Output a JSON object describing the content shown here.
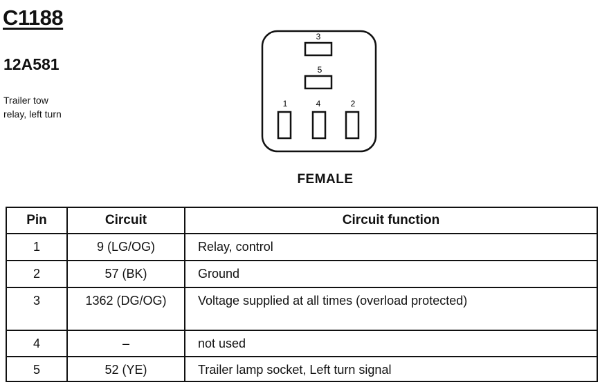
{
  "header": {
    "connector_id": "C1188",
    "part_number": "12A581",
    "description_lines": [
      "Trailer tow",
      "relay, left turn"
    ]
  },
  "connector": {
    "pin_labels": [
      "3",
      "5",
      "1",
      "4",
      "2"
    ],
    "face_label": "FEMALE"
  },
  "table": {
    "headers": {
      "pin": "Pin",
      "circuit": "Circuit",
      "function": "Circuit function"
    },
    "rows": [
      {
        "pin": "1",
        "circuit": "9 (LG/OG)",
        "function": "Relay, control"
      },
      {
        "pin": "2",
        "circuit": "57 (BK)",
        "function": "Ground"
      },
      {
        "pin": "3",
        "circuit": "1362 (DG/OG)",
        "function": "Voltage supplied at all times (overload protected)"
      },
      {
        "pin": "4",
        "circuit": "–",
        "function": "not used"
      },
      {
        "pin": "5",
        "circuit": "52 (YE)",
        "function": "Trailer lamp socket, Left turn signal"
      }
    ]
  }
}
